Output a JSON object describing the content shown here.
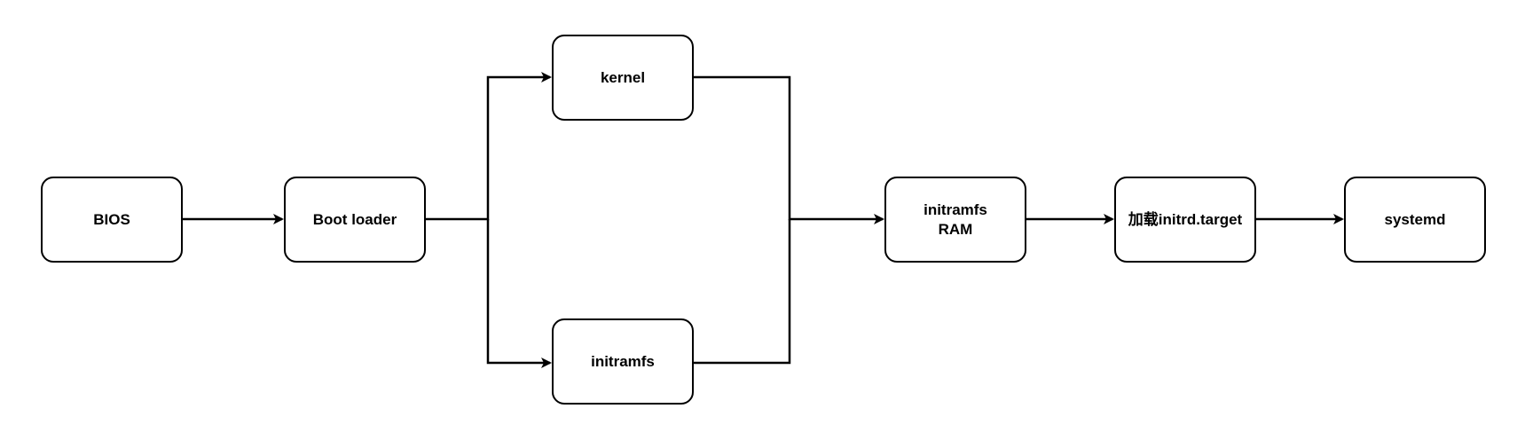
{
  "diagram": {
    "nodes": [
      {
        "id": "bios",
        "label": "BIOS"
      },
      {
        "id": "bootloader",
        "label": "Boot loader"
      },
      {
        "id": "kernel",
        "label": "kernel"
      },
      {
        "id": "initramfs",
        "label": "initramfs"
      },
      {
        "id": "initramfs_ram",
        "label": "initramfs\nRAM"
      },
      {
        "id": "initrd_target",
        "label": "加载initrd.target"
      },
      {
        "id": "systemd",
        "label": "systemd"
      }
    ],
    "edges": [
      {
        "from": "bios",
        "to": "bootloader"
      },
      {
        "from": "bootloader",
        "to": "kernel"
      },
      {
        "from": "bootloader",
        "to": "initramfs"
      },
      {
        "from": "kernel",
        "to": "initramfs_ram"
      },
      {
        "from": "initramfs",
        "to": "initramfs_ram"
      },
      {
        "from": "initramfs_ram",
        "to": "initrd_target"
      },
      {
        "from": "initrd_target",
        "to": "systemd"
      }
    ],
    "colors": {
      "stroke": "#000000",
      "fill": "#ffffff",
      "text": "#000000"
    }
  }
}
